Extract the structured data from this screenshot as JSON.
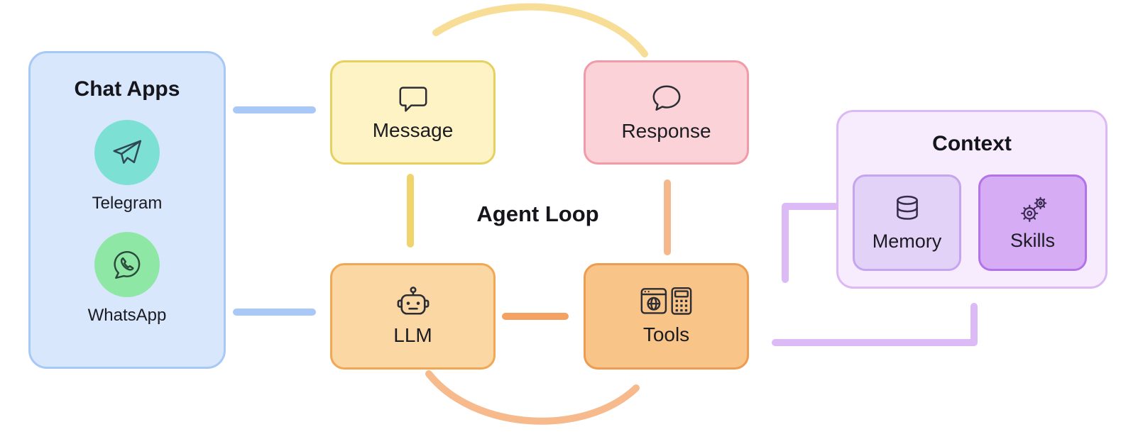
{
  "title": "Agent Loop",
  "chat_apps": {
    "title": "Chat Apps",
    "apps": [
      {
        "label": "Telegram",
        "icon": "telegram-icon",
        "circle_color": "#7DE0D5"
      },
      {
        "label": "WhatsApp",
        "icon": "whatsapp-icon",
        "circle_color": "#8FE7A6"
      }
    ]
  },
  "nodes": {
    "message": {
      "label": "Message",
      "icon": "speech-bubble-square-icon",
      "fill": "#FDF3C4",
      "border": "#E6D05E"
    },
    "response": {
      "label": "Response",
      "icon": "speech-bubble-round-icon",
      "fill": "#FBD2D7",
      "border": "#F19BA8"
    },
    "llm": {
      "label": "LLM",
      "icon": "robot-icon",
      "fill": "#FBD7A4",
      "border": "#F0A855"
    },
    "tools": {
      "label": "Tools",
      "icon": "browser-and-calculator-icons",
      "fill": "#F9C488",
      "border": "#ED9D52"
    }
  },
  "context": {
    "title": "Context",
    "memory": {
      "label": "Memory",
      "icon": "database-icon",
      "fill": "#E3D2F8"
    },
    "skills": {
      "label": "Skills",
      "icon": "gears-icon",
      "fill": "#D6ADF4"
    }
  },
  "edges": [
    {
      "from": "Chat Apps",
      "to": "Message",
      "color": "#A9C8F8",
      "style": "straight"
    },
    {
      "from": "Chat Apps",
      "to": "LLM",
      "color": "#A9C8F8",
      "style": "straight"
    },
    {
      "from": "Message",
      "to": "LLM",
      "color": "#F1D36D",
      "style": "straight"
    },
    {
      "from": "LLM",
      "to": "Tools",
      "color": "#F3A263",
      "style": "straight"
    },
    {
      "from": "Tools",
      "to": "Response",
      "color": "#F4B88C",
      "style": "straight"
    },
    {
      "from": "Response",
      "to": "Message",
      "color": "#F7DD95",
      "style": "curved-top"
    },
    {
      "from": "LLM",
      "to": "Tools",
      "color": "#F6BA8C",
      "style": "curved-bottom"
    },
    {
      "from": "Context",
      "to": "Tools",
      "color": "#DCBAF6",
      "style": "elbow-down"
    },
    {
      "from": "Tools",
      "to": "Context",
      "color": "#DCBAF6",
      "style": "elbow-bidirectional"
    }
  ]
}
